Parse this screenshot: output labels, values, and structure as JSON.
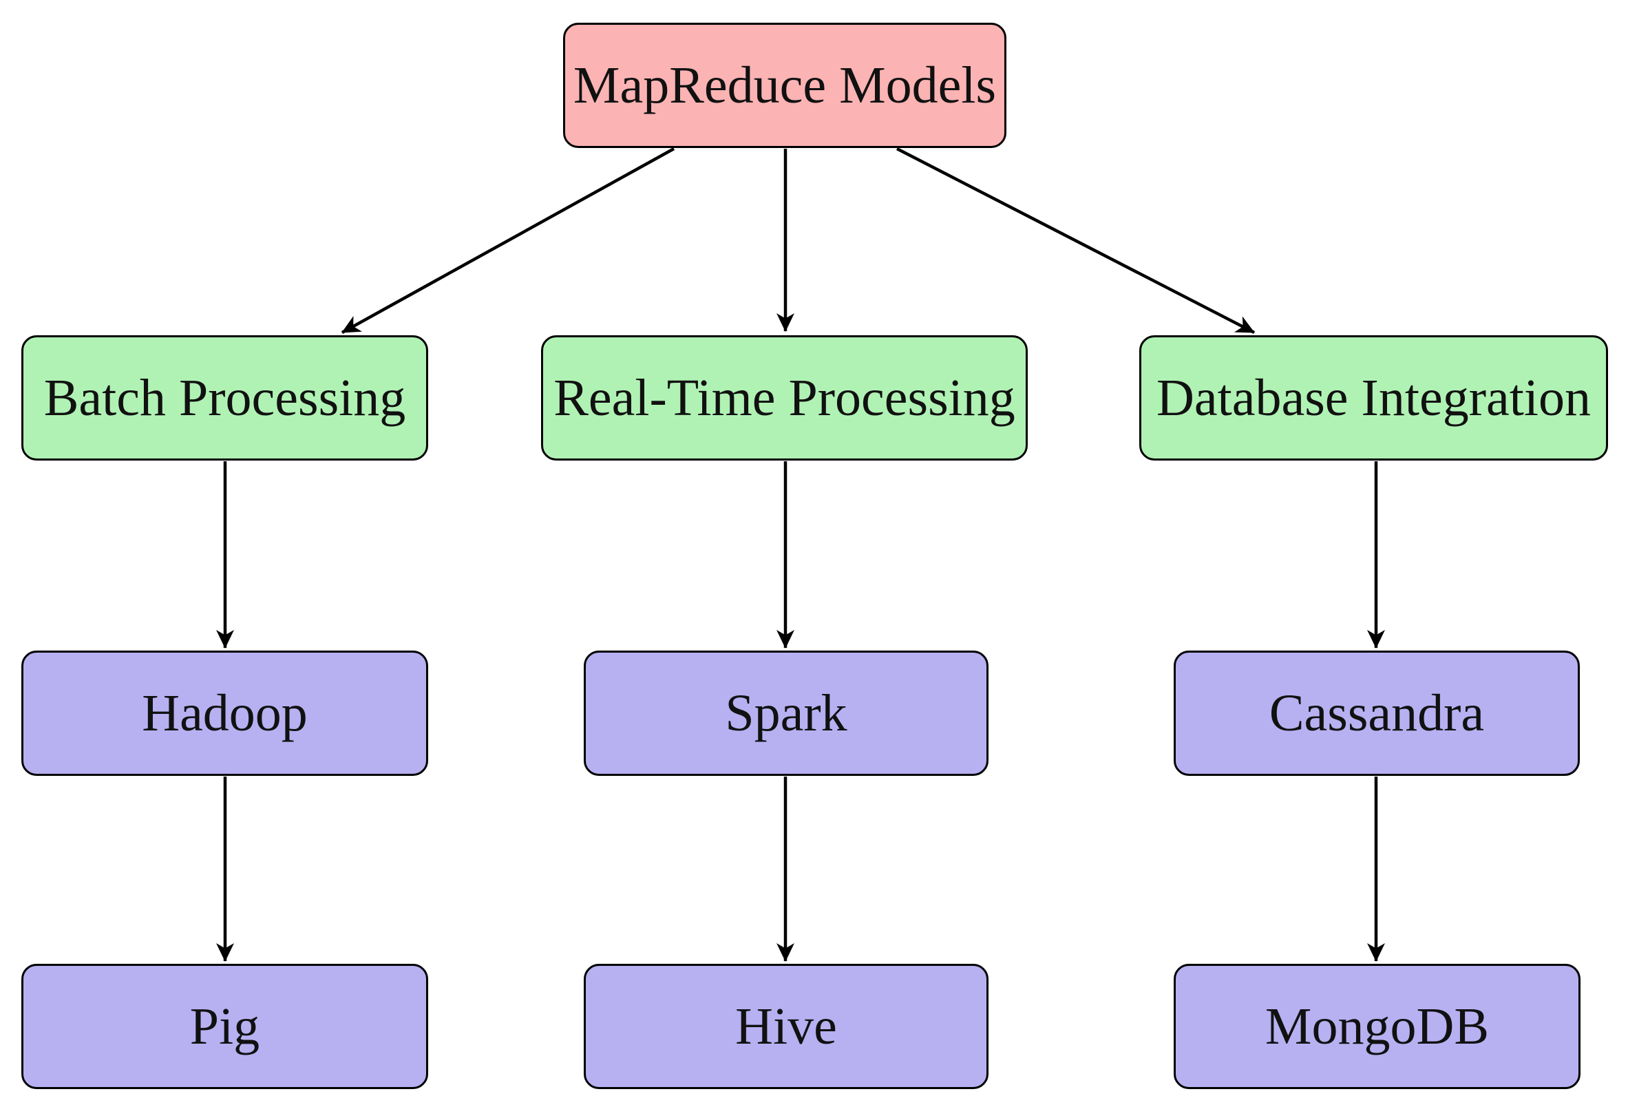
{
  "diagram": {
    "type": "flowchart",
    "nodes": {
      "mapreduce": {
        "label": "MapReduce Models",
        "level": "root"
      },
      "batch": {
        "label": "Batch Processing",
        "level": "category"
      },
      "realtime": {
        "label": "Real-Time Processing",
        "level": "category"
      },
      "database": {
        "label": "Database Integration",
        "level": "category"
      },
      "hadoop": {
        "label": "Hadoop",
        "level": "tool"
      },
      "spark": {
        "label": "Spark",
        "level": "tool"
      },
      "cassandra": {
        "label": "Cassandra",
        "level": "tool"
      },
      "pig": {
        "label": "Pig",
        "level": "tool"
      },
      "hive": {
        "label": "Hive",
        "level": "tool"
      },
      "mongodb": {
        "label": "MongoDB",
        "level": "tool"
      }
    },
    "edges": [
      {
        "from": "mapreduce",
        "to": "batch"
      },
      {
        "from": "mapreduce",
        "to": "realtime"
      },
      {
        "from": "mapreduce",
        "to": "database"
      },
      {
        "from": "batch",
        "to": "hadoop"
      },
      {
        "from": "realtime",
        "to": "spark"
      },
      {
        "from": "database",
        "to": "cassandra"
      },
      {
        "from": "hadoop",
        "to": "pig"
      },
      {
        "from": "spark",
        "to": "hive"
      },
      {
        "from": "cassandra",
        "to": "mongodb"
      }
    ],
    "colors": {
      "root_fill": "#fbb3b3",
      "category_fill": "#b0f2b4",
      "tool_fill": "#b7b1f2",
      "node_border": "#000000",
      "arrow": "#000000",
      "text": "#111111",
      "background": "#ffffff"
    }
  }
}
